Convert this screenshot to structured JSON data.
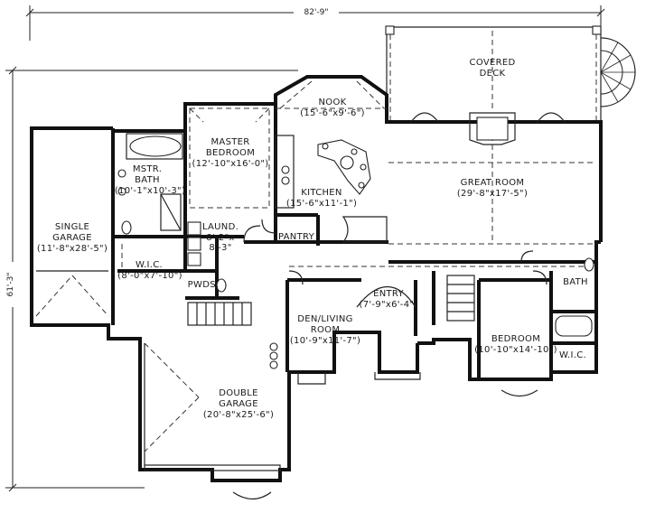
{
  "dimensions": {
    "width_label": "82'-9\"",
    "depth_label": "61'-3\""
  },
  "rooms": {
    "covered_deck": {
      "line1": "COVERED",
      "line2": "DECK"
    },
    "nook": {
      "name": "NOOK",
      "size": "(15'-6\"x9'-6\")"
    },
    "master_bedroom": {
      "line1": "MASTER",
      "line2": "BEDROOM",
      "size": "(12'-10\"x16'-0\")"
    },
    "master_bath": {
      "line1": "MSTR.",
      "line2": "BATH",
      "size": "(10'-1\"x10'-3\")"
    },
    "kitchen": {
      "name": "KITCHEN",
      "size": "(15'-6\"x11'-1\")"
    },
    "great_room": {
      "name": "GREAT ROOM",
      "size": "(29'-8\"x17'-5\")"
    },
    "single_garage": {
      "line1": "SINGLE",
      "line2": "GARAGE",
      "size": "(11'-8\"x28'-5\")"
    },
    "laundry": {
      "name": "LAUND.",
      "size1": "8'-2\"x",
      "size2": "8'-3\""
    },
    "pantry": {
      "name": "PANTRY"
    },
    "wic_master": {
      "name": "W.I.C.",
      "size": "(8'-0\"x7'-10\")"
    },
    "pwds": {
      "name": "PWDS."
    },
    "entry": {
      "name": "ENTRY",
      "size": "(7'-9\"x6'-4\")"
    },
    "den": {
      "line1": "DEN/LIVING",
      "line2": "ROOM",
      "size": "(10'-9\"x11'-7\")"
    },
    "bath": {
      "name": "BATH"
    },
    "bedroom": {
      "name": "BEDROOM",
      "size": "(10'-10\"x14'-10\")"
    },
    "wic_bedroom": {
      "name": "W.I.C."
    },
    "double_garage": {
      "line1": "DOUBLE",
      "line2": "GARAGE",
      "size": "(20'-8\"x25'-6\")"
    }
  }
}
